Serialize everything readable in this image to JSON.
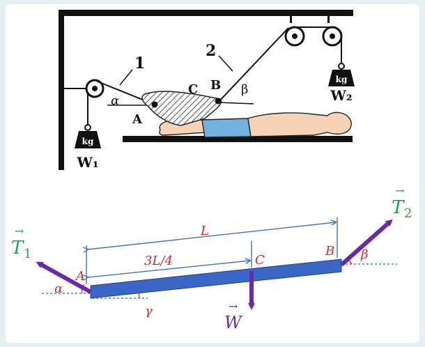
{
  "top_figure": {
    "rope_label_1": "1",
    "rope_label_2": "2",
    "point_A": "A",
    "point_B": "B",
    "point_C": "C",
    "angle_alpha": "α",
    "angle_beta": "β",
    "weight_tag_1": "kg",
    "weight_tag_2": "kg",
    "weight_label_1": "W₁",
    "weight_label_2": "W₂"
  },
  "free_body": {
    "length_label": "L",
    "partial_length_label": "3L/4",
    "point_A": "A",
    "point_B": "B",
    "point_C": "C",
    "angle_alpha": "α",
    "angle_beta": "β",
    "angle_gamma": "γ",
    "force_T1_symbol": "T",
    "force_T1_subscript": "1",
    "force_T2_symbol": "T",
    "force_T2_subscript": "2",
    "force_W_symbol": "W",
    "vector_arrow": "→"
  },
  "colors": {
    "label_red": "#d42a2a",
    "force_green": "#19a34a",
    "arrow_purple": "#6a2aa6",
    "beam_blue": "#3a66c6",
    "dim_blue": "#3f73c9",
    "dash_blue": "#4b7fd0",
    "skin": "#f6d2b7",
    "shorts": "#73b2df"
  }
}
